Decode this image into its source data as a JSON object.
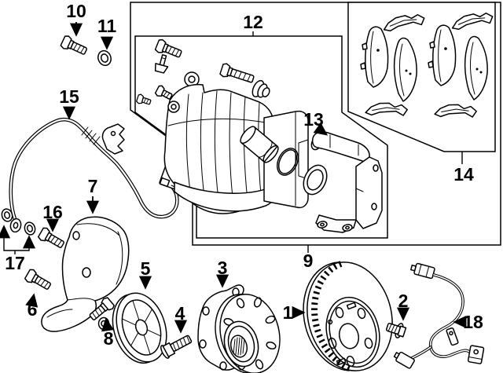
{
  "diagram": {
    "type": "exploded-parts-diagram",
    "subject_icons": "front-disc-brake-components",
    "background_color": "#ffffff",
    "line_color": "#000000",
    "callouts": [
      {
        "number": "1",
        "part": "brake-rotor"
      },
      {
        "number": "2",
        "part": "rotor-set-screw"
      },
      {
        "number": "3",
        "part": "hub-bearing-assembly"
      },
      {
        "number": "4",
        "part": "wheel-stud"
      },
      {
        "number": "5",
        "part": "hub-dust-cap"
      },
      {
        "number": "6",
        "part": "mounting-bolt"
      },
      {
        "number": "7",
        "part": "splash-shield"
      },
      {
        "number": "8",
        "part": "mounting-bolt"
      },
      {
        "number": "9",
        "part": "caliper-assembly-box"
      },
      {
        "number": "10",
        "part": "banjo-bolt"
      },
      {
        "number": "11",
        "part": "washer"
      },
      {
        "number": "12",
        "part": "caliper-sub-assembly-box"
      },
      {
        "number": "13",
        "part": "caliper-bracket"
      },
      {
        "number": "14",
        "part": "brake-pad-kit-box"
      },
      {
        "number": "15",
        "part": "brake-hose"
      },
      {
        "number": "16",
        "part": "connector-bolt"
      },
      {
        "number": "17",
        "part": "washer-pair"
      },
      {
        "number": "18",
        "part": "abs-wheel-speed-sensor"
      }
    ]
  }
}
